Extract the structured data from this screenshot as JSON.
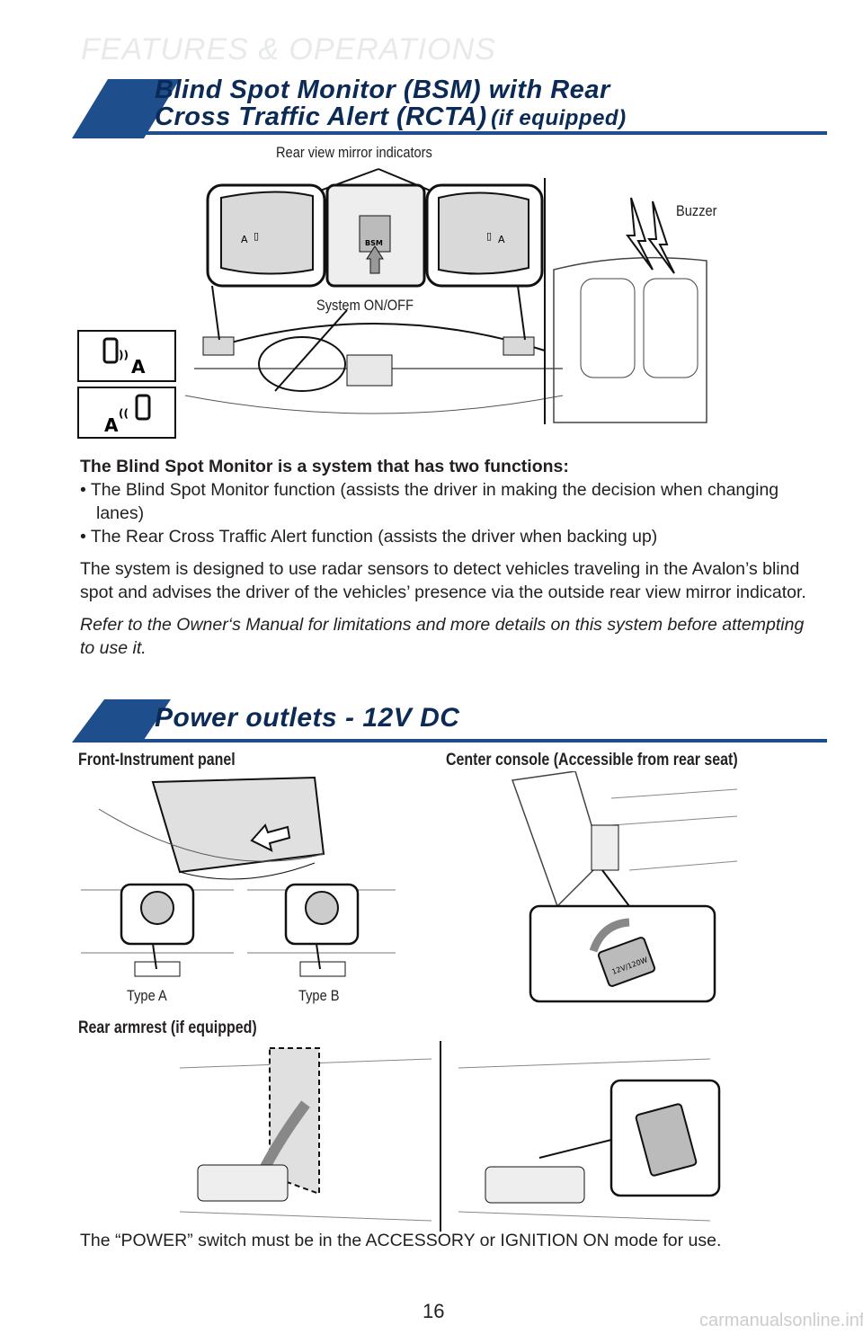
{
  "page": {
    "section_header": "FEATURES & OPERATIONS",
    "page_number": "16",
    "watermark": "carmanualsonline.info"
  },
  "bsm": {
    "title_line1": "Blind Spot Monitor (BSM) with Rear",
    "title_line2": "Cross Traffic Alert (RCTA)",
    "title_suffix": "(if equipped)",
    "labels": {
      "mirror_indicators": "Rear view mirror indicators",
      "buzzer": "Buzzer",
      "system_onoff": "System ON/OFF",
      "bsm_button": "BSM"
    },
    "intro_bold": "The Blind Spot Monitor is a system that has two functions:",
    "bullets": [
      "• The Blind Spot Monitor function (assists the driver in making the decision when changing lanes)",
      "• The Rear Cross Traffic Alert function (assists the driver when backing up)"
    ],
    "paragraph": "The system is designed to use radar sensors to detect vehicles traveling in the Avalon’s blind spot and advises the driver of the vehicles’ presence via the outside rear view mirror indicator.",
    "note": "Refer to the Owner‘s Manual for limitations and more details on this system before attempting to use it."
  },
  "power": {
    "title": "Power outlets - 12V DC",
    "front_label": "Front-Instrument panel",
    "center_label": "Center console (Accessible from rear seat)",
    "type_a": "Type A",
    "type_b": "Type B",
    "rear_label": "Rear armrest (if equipped)",
    "socket_text": "12V/120W",
    "footer_note": "The “POWER” switch must be in the ACCESSORY or IGNITION ON mode for use."
  },
  "colors": {
    "brand_blue": "#1f4e8c",
    "title_navy": "#0b2a55",
    "section_gray": "#e3e4e6"
  }
}
